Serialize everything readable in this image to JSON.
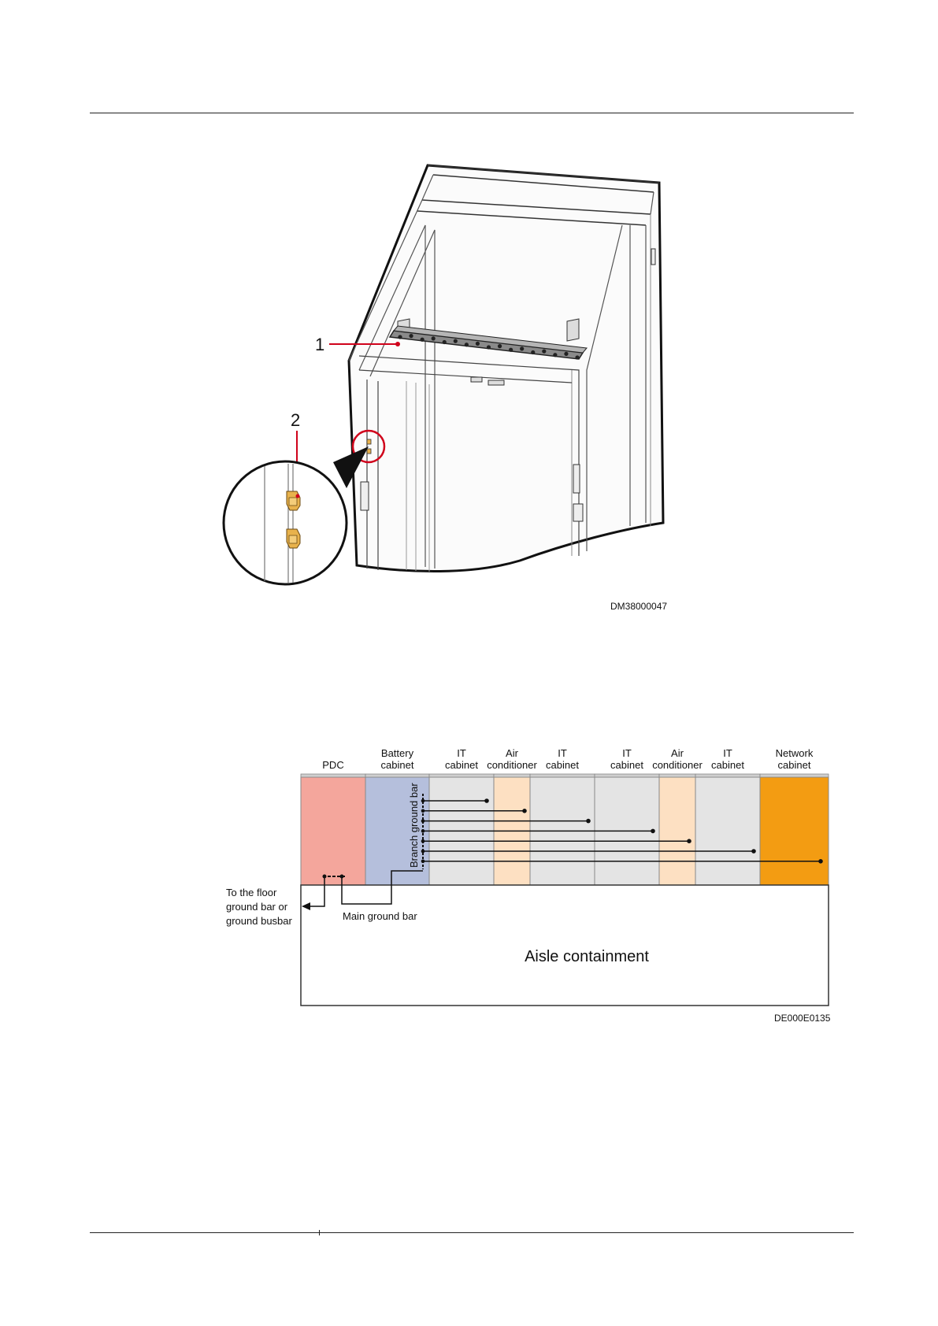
{
  "figure1": {
    "callout_1": "1",
    "callout_2": "2",
    "code": "DM38000047"
  },
  "figure2": {
    "cabinets": [
      {
        "top": "",
        "bottom": "PDC",
        "color": "#f4a69c"
      },
      {
        "top": "Battery",
        "bottom": "cabinet",
        "color": "#b5bfdc"
      },
      {
        "top": "IT",
        "bottom": "cabinet",
        "color": "#e4e4e4"
      },
      {
        "top": "Air",
        "bottom": "conditioner",
        "color": "#fde0c2"
      },
      {
        "top": "IT",
        "bottom": "cabinet",
        "color": "#e4e4e4"
      },
      {
        "top": "IT",
        "bottom": "cabinet",
        "color": "#e4e4e4"
      },
      {
        "top": "Air",
        "bottom": "conditioner",
        "color": "#fde0c2"
      },
      {
        "top": "IT",
        "bottom": "cabinet",
        "color": "#e4e4e4"
      },
      {
        "top": "Network",
        "bottom": "cabinet",
        "color": "#f39c12"
      }
    ],
    "branch_ground_bar": "Branch ground bar",
    "main_ground_bar": "Main ground bar",
    "floor_note": [
      "To the floor",
      "ground bar or",
      "ground busbar"
    ],
    "aisle_label": "Aisle containment",
    "code": "DE000E0135"
  }
}
